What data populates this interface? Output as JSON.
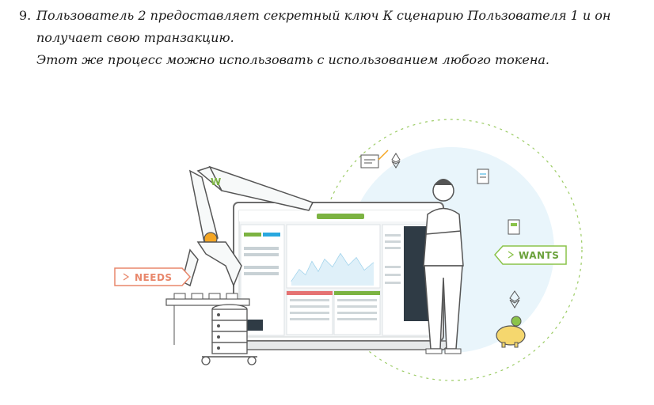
{
  "step": {
    "number": "9.",
    "line1": "Пользователь 2 предоставляет секретный ключ К сценарию Пользователя 1 и он",
    "line2": "получает свою транзакцию.",
    "line3": "Этот же процесс можно использовать с использованием любого токена."
  },
  "illustration": {
    "needs_label": "NEEDS",
    "wants_label": "WANTS",
    "logo_letter": "W",
    "colors": {
      "needs": "#e8876b",
      "wants": "#8bc34a",
      "accent_green": "#7cb342",
      "accent_blue": "#29a8df",
      "line": "#555555"
    }
  }
}
